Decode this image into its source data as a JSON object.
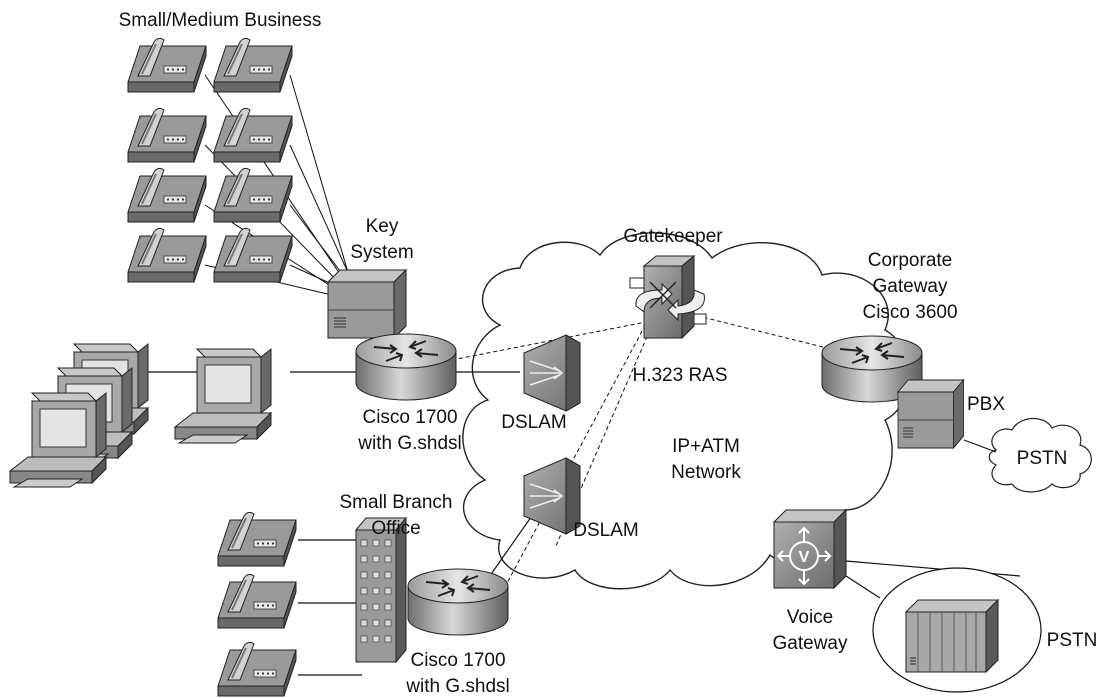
{
  "labels": {
    "smb": "Small/Medium Business",
    "key_system_1": "Key",
    "key_system_2": "System",
    "gatekeeper": "Gatekeeper",
    "corp_gw_1": "Corporate",
    "corp_gw_2": "Gateway",
    "corp_gw_3": "Cisco 3600",
    "h323_ras": "H.323 RAS",
    "pbx": "PBX",
    "pstn_cloud": "PSTN",
    "dslam_1": "DSLAM",
    "dslam_2": "DSLAM",
    "cisco1700_1_a": "Cisco 1700",
    "cisco1700_1_b": "with G.shdsl",
    "network_1": "IP+ATM",
    "network_2": "Network",
    "branch_1": "Small Branch",
    "branch_2": "Office",
    "cisco1700_2_a": "Cisco 1700",
    "cisco1700_2_b": "with G.shdsl",
    "voice_gw_1": "Voice",
    "voice_gw_2": "Gateway",
    "pstn_switch": "PSTN"
  },
  "icons": {
    "voice_gateway_symbol": "V"
  },
  "colors": {
    "device_gray": "#8c8c8c",
    "device_dark": "#5a5a5a",
    "device_light": "#c8c8c8",
    "line": "#111111"
  }
}
